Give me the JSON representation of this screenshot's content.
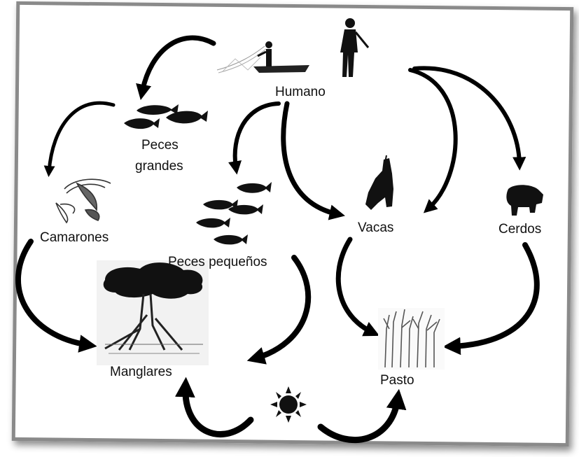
{
  "nodes": {
    "humano": "Humano",
    "peces_grandes_1": "Peces",
    "peces_grandes_2": "grandes",
    "camarones": "Camarones",
    "peces_pequenos": "Peces pequeños",
    "vacas": "Vacas",
    "cerdos": "Cerdos",
    "manglares": "Manglares",
    "pasto": "Pasto"
  },
  "icons": [
    "fisherman-icon",
    "human-icon",
    "fish-icon",
    "shrimp-icon",
    "small-fish-icon",
    "cow-icon",
    "pig-icon",
    "mangrove-tree-icon",
    "grass-icon",
    "sun-icon"
  ],
  "colors": {
    "arrow": "#000000",
    "frame": "#8a8a8a"
  }
}
